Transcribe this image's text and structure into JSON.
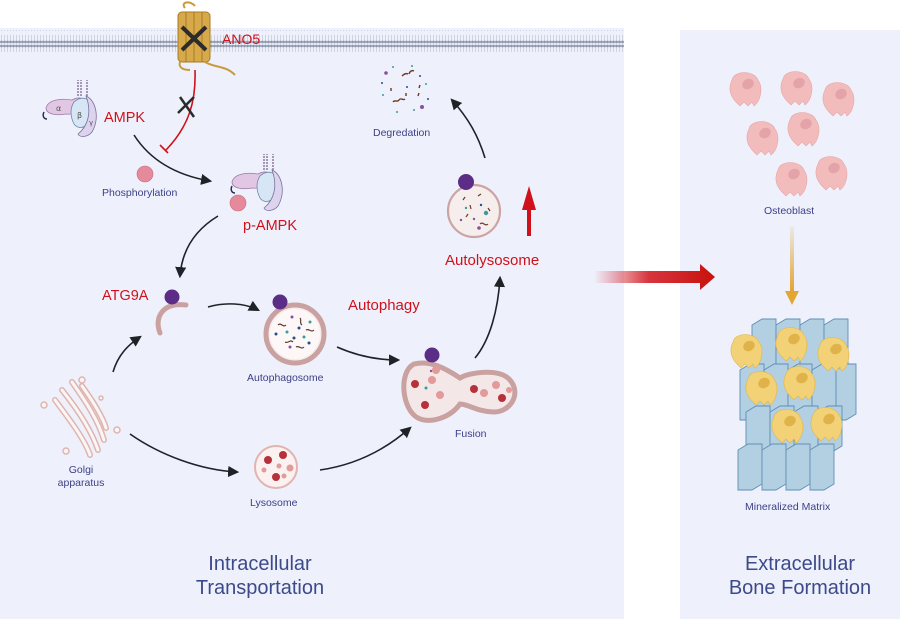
{
  "colors": {
    "panel_bg": "#eef1fc",
    "membrane": "#8c96a8",
    "accent_red": "#d0111b",
    "label_blue": "#3c3f86",
    "arrow": "#1f2328",
    "transporter": "#c99a3a",
    "vesicle_wall": "#c9a1a0",
    "atg9a_ball": "#5b2d86",
    "phospho_ball": "#e58a9a",
    "osteoblast": "#f2bcbc",
    "mineral": "#b3cfe2",
    "mature_cell": "#f2d177",
    "down_arrow": "#e3a534"
  },
  "left_panel": {
    "title_line1": "Intracellular",
    "title_line2": "Transportation",
    "labels": {
      "ano5": "ANO5",
      "ampk": "AMPK",
      "phosphorylation": "Phosphorylation",
      "p_ampk": "p-AMPK",
      "atg9a": "ATG9A",
      "autophagosome": "Autophagosome",
      "autophagy": "Autophagy",
      "golgi_line1": "Golgi",
      "golgi_line2": "apparatus",
      "lysosome": "Lysosome",
      "fusion": "Fusion",
      "autolysosome": "Autolysosome",
      "degradation": "Degredation"
    },
    "subunits": {
      "alpha": "α",
      "beta": "β",
      "gamma": "γ"
    }
  },
  "right_panel": {
    "title_line1": "Extracellular",
    "title_line2": "Bone Formation",
    "labels": {
      "osteoblast": "Osteoblast",
      "mineralized_matrix": "Mineralized Matrix"
    }
  }
}
